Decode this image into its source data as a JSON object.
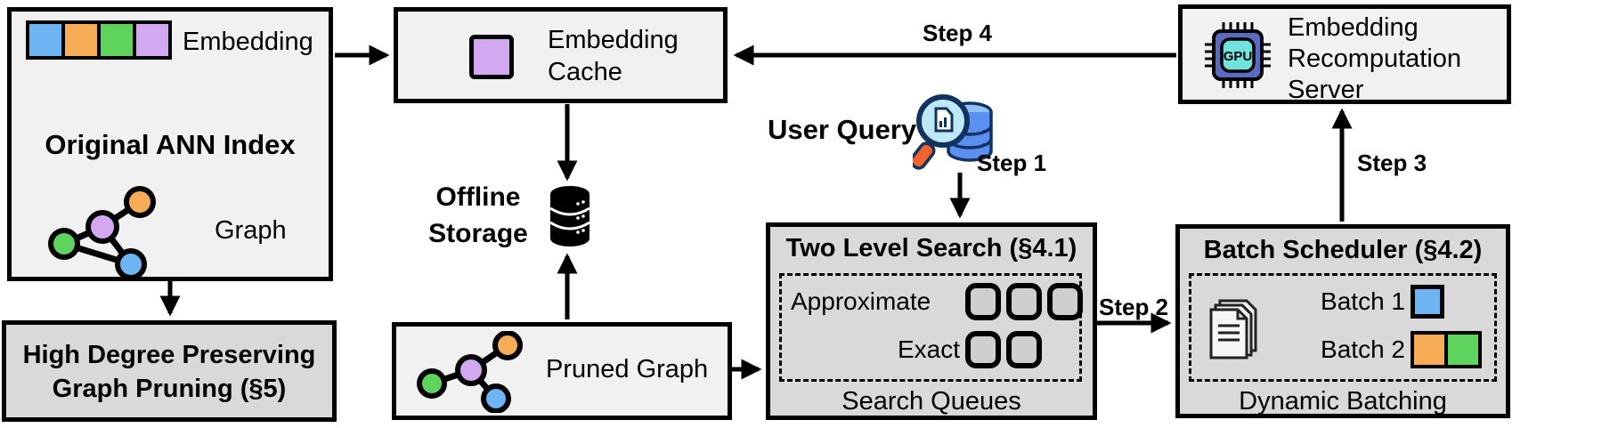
{
  "diagram": {
    "title_hint": "ANN index serving pipeline diagram"
  },
  "colors": {
    "blue": "#6db4f2",
    "orange": "#f7ad55",
    "green": "#5ed45e",
    "purple": "#d2a8f0",
    "box_light": "#f1f1f1",
    "box_dark": "#d9d9d9",
    "slot_fill": "#cfcfcf",
    "gpu_body": "#5b6cc0",
    "gpu_core": "#6fe3dc",
    "magnifier_handle": "#f2622e",
    "query_db_fill": "#5b8ff0",
    "query_db_outline": "#12335f"
  },
  "ann_index": {
    "embedding_label": "Embedding",
    "title": "Original ANN Index",
    "graph_label": "Graph"
  },
  "embedding_cache": {
    "label": "Embedding Cache"
  },
  "offline_storage": {
    "label": "Offline Storage"
  },
  "user_query": {
    "label": "User Query"
  },
  "two_level_search": {
    "title": "Two Level Search (§4.1)",
    "approximate_label": "Approximate",
    "approximate_slots": 3,
    "exact_label": "Exact",
    "exact_slots": 2,
    "caption": "Search Queues"
  },
  "batch_scheduler": {
    "title": "Batch Scheduler (§4.2)",
    "batch1_label": "Batch 1",
    "batch1_colors": [
      "blue"
    ],
    "batch2_label": "Batch 2",
    "batch2_colors": [
      "orange",
      "green"
    ],
    "caption": "Dynamic Batching"
  },
  "recomputation_server": {
    "label": "Embedding Recomputation Server",
    "chip_label": "GPU"
  },
  "graph_pruning": {
    "label": "High Degree Preserving Graph Pruning (§5)"
  },
  "pruned_graph": {
    "label": "Pruned Graph"
  },
  "steps": {
    "step1": "Step 1",
    "step2": "Step 2",
    "step3": "Step 3",
    "step4": "Step 4"
  }
}
